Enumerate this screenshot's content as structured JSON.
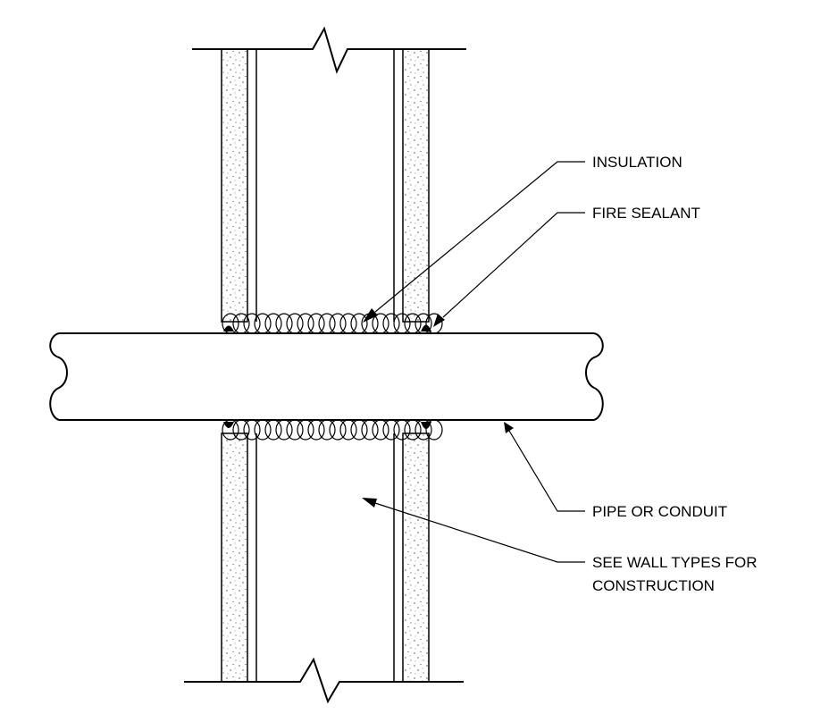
{
  "labels": {
    "insulation": "INSULATION",
    "fire_sealant": "FIRE SEALANT",
    "pipe": "PIPE OR CONDUIT",
    "wall_line1": "SEE WALL TYPES FOR",
    "wall_line2": "CONSTRUCTION"
  },
  "colors": {
    "ink": "#000000",
    "background": "#ffffff"
  }
}
